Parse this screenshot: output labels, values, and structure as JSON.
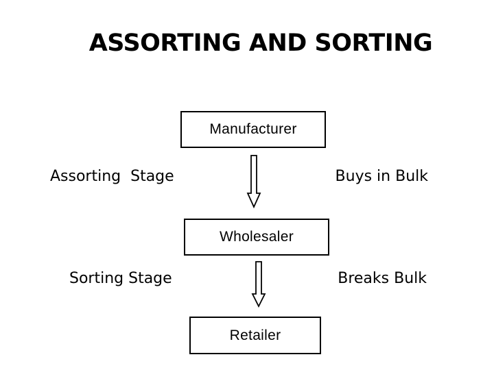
{
  "title": "ASSORTING AND SORTING",
  "nodes": {
    "manufacturer": "Manufacturer",
    "wholesaler": "Wholesaler",
    "retailer": "Retailer"
  },
  "stages": {
    "assorting": {
      "stage_label": "Assorting  Stage",
      "action_label": "Buys in Bulk"
    },
    "sorting": {
      "stage_label": "Sorting Stage",
      "action_label": "Breaks Bulk"
    }
  }
}
